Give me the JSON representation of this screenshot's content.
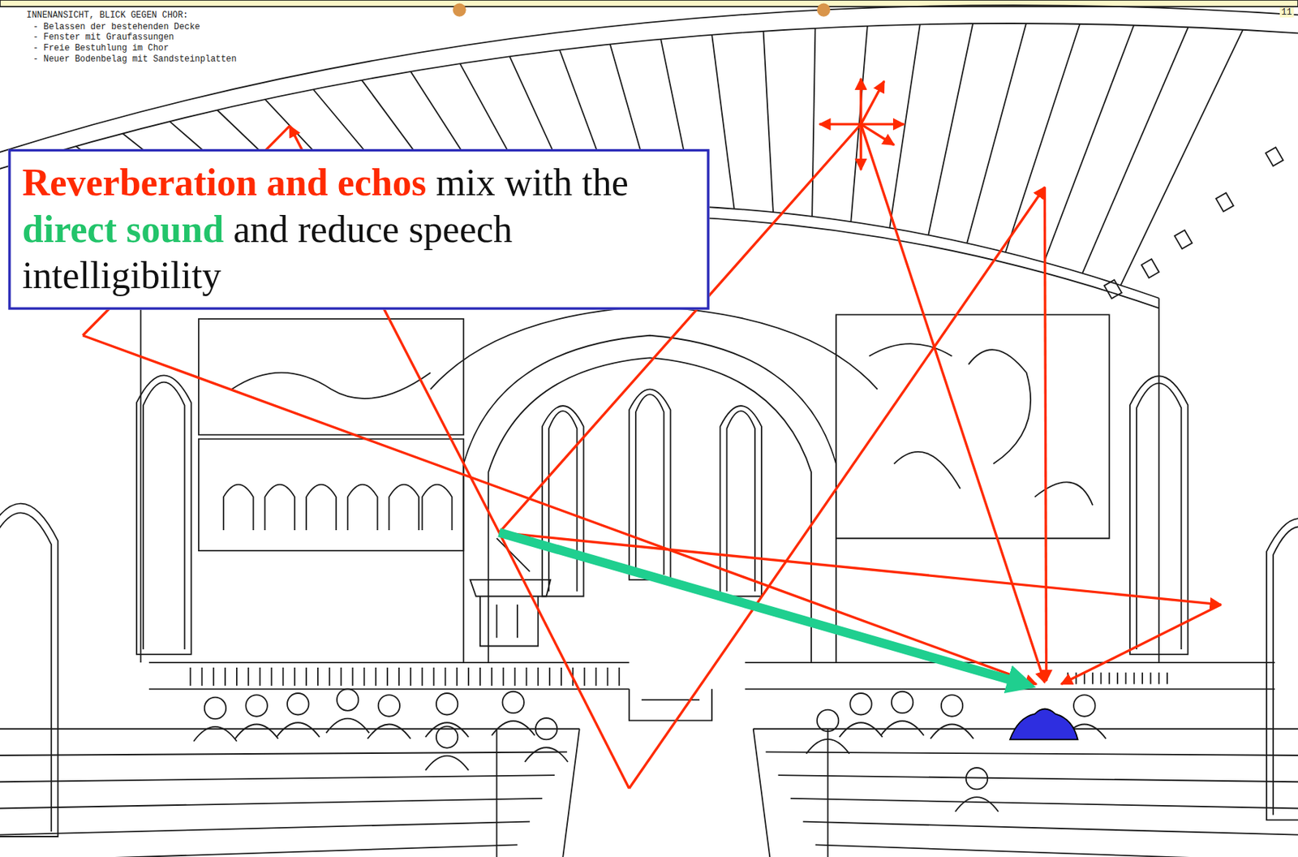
{
  "diagram": {
    "nodes": [
      {
        "text": [
          "Reverberation and echos mix with the direct sound and reduce speech intelligibility"
        ]
      }
    ],
    "labels": [
      "INNENANSICHT, BLICK GEGEN CHOR:",
      "- Belassen der bestehenden Decke",
      "- Fenster mit Graufassungen",
      "- Freie Bestuhlung im Chor",
      "- Neuer Bodenbelag mit Sandsteinplatten",
      "11"
    ]
  }
}
